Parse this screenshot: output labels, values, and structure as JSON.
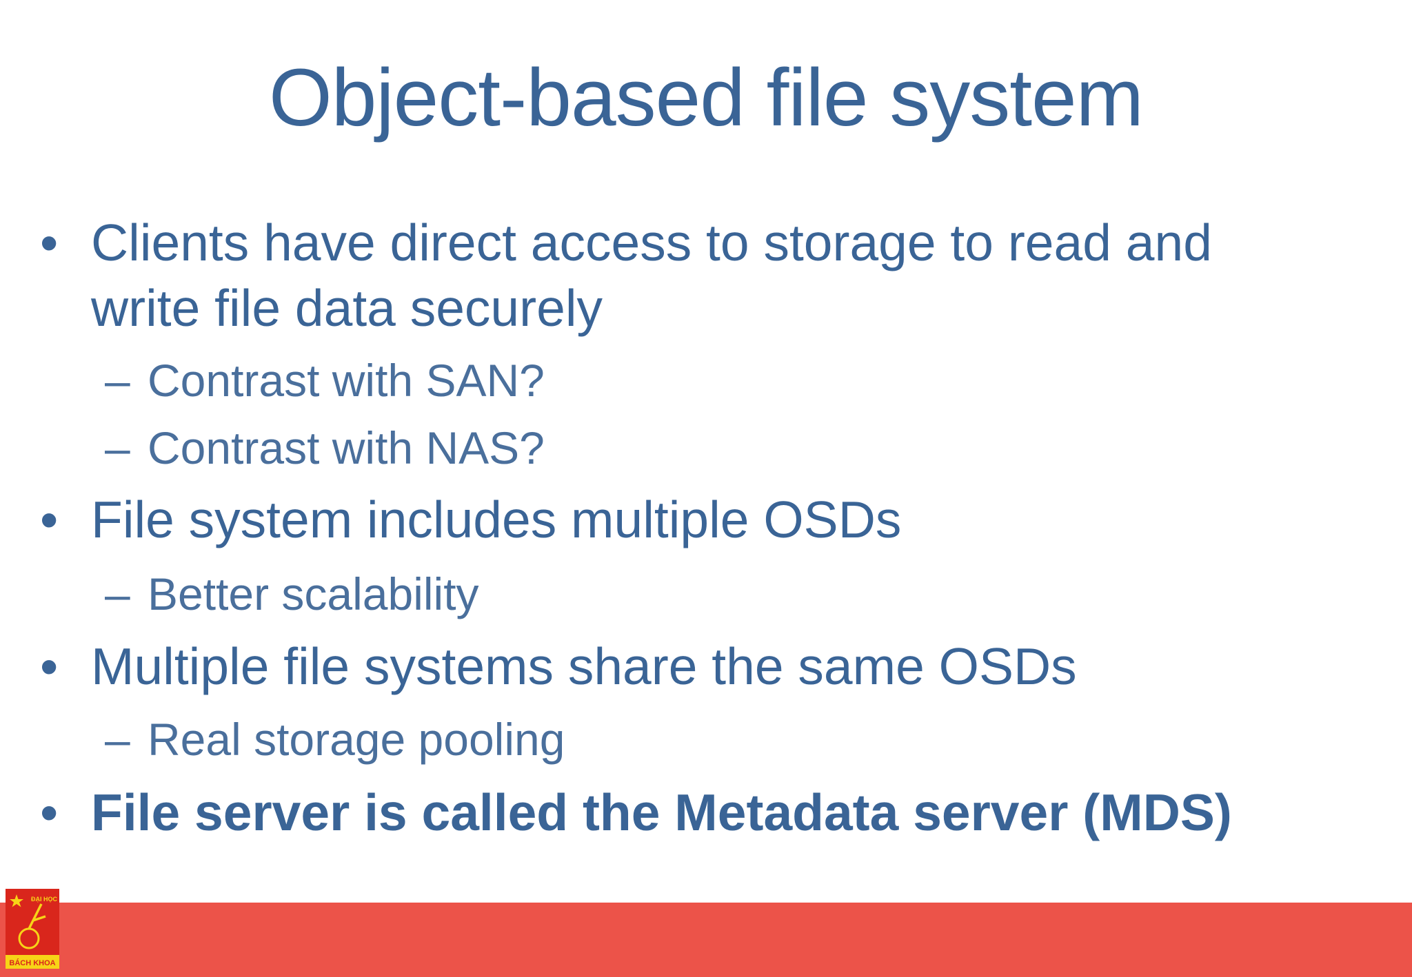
{
  "title": "Object-based file system",
  "bullet_symbol": "•",
  "dash_symbol": "–",
  "items": [
    {
      "line1": "Clients have direct access to storage to read and",
      "line2": "write file data securely",
      "subitems": [
        "Contrast with SAN?",
        "Contrast with NAS?"
      ]
    },
    {
      "line1": "File system includes multiple OSDs",
      "subitems": [
        "Better scalability"
      ]
    },
    {
      "line1": "Multiple file systems share the same OSDs",
      "subitems": [
        "Real storage pooling"
      ]
    },
    {
      "line1": "File server is called the Metadata server (MDS)",
      "emphasis": "bold"
    }
  ],
  "logo": {
    "top_text": "ĐẠI HỌC",
    "bottom_text": "BÁCH KHOA"
  },
  "colors": {
    "text": "#3a6496",
    "footer": "#ec5349",
    "logo_red": "#d9261c",
    "logo_yellow": "#f7d417"
  }
}
